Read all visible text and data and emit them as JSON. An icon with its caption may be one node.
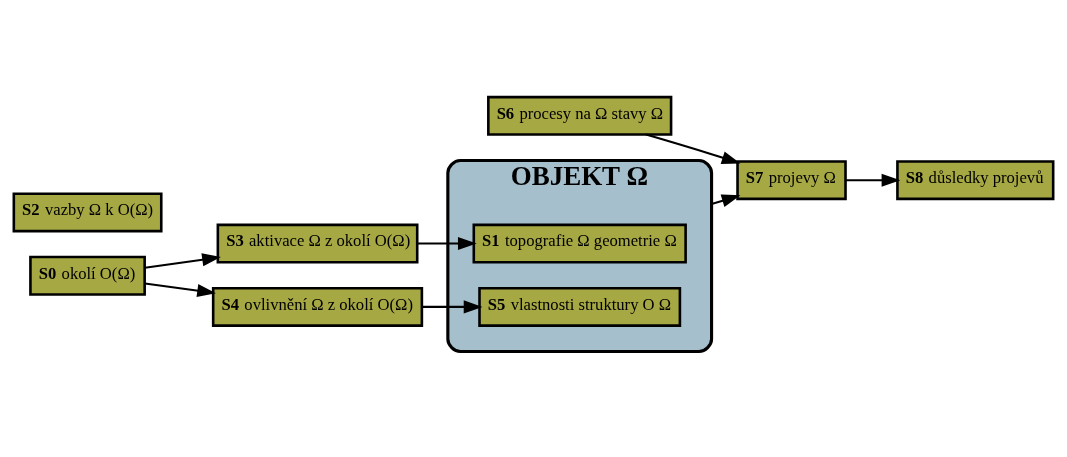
{
  "diagram": {
    "nodes": [
      {
        "text": [
          "**S3** aktivace Ω z okolí O(Ω)"
        ]
      },
      {
        "text": [
          "OBJEKT Ω"
        ]
      },
      {
        "text": [
          "**S1** topografie Ω geometrie Ω"
        ],
        "in": 1
      },
      {
        "text": [
          "**S5** vlastnosti struktury O Ω"
        ],
        "in": 1
      },
      {
        "text": [
          "**S6** procesy na Ω stavy Ω"
        ]
      },
      {
        "text": [
          "**S0** okolí O(Ω)"
        ]
      },
      {
        "text": [
          "**S7** projevy Ω"
        ]
      },
      {
        "text": [
          "**S4** ovlivnění Ω z okolí O(Ω)"
        ]
      },
      {
        "text": [
          "**S2** vazby Ω k O(Ω)"
        ]
      },
      {
        "text": [
          "**S8** důsledky projevů"
        ]
      }
    ],
    "edges": [
      {
        "from": 0,
        "to": 2,
        "arrow": "to"
      },
      {
        "from": 5,
        "to": 0,
        "arrow": "to"
      },
      {
        "from": 5,
        "to": 7,
        "arrow": "to"
      },
      {
        "from": 7,
        "to": 3,
        "arrow": "to"
      },
      {
        "from": 1,
        "to": 6,
        "arrow": "to"
      },
      {
        "from": 4,
        "to": 6,
        "arrow": "to"
      },
      {
        "from": 6,
        "to": 9,
        "arrow": "to"
      }
    ]
  }
}
